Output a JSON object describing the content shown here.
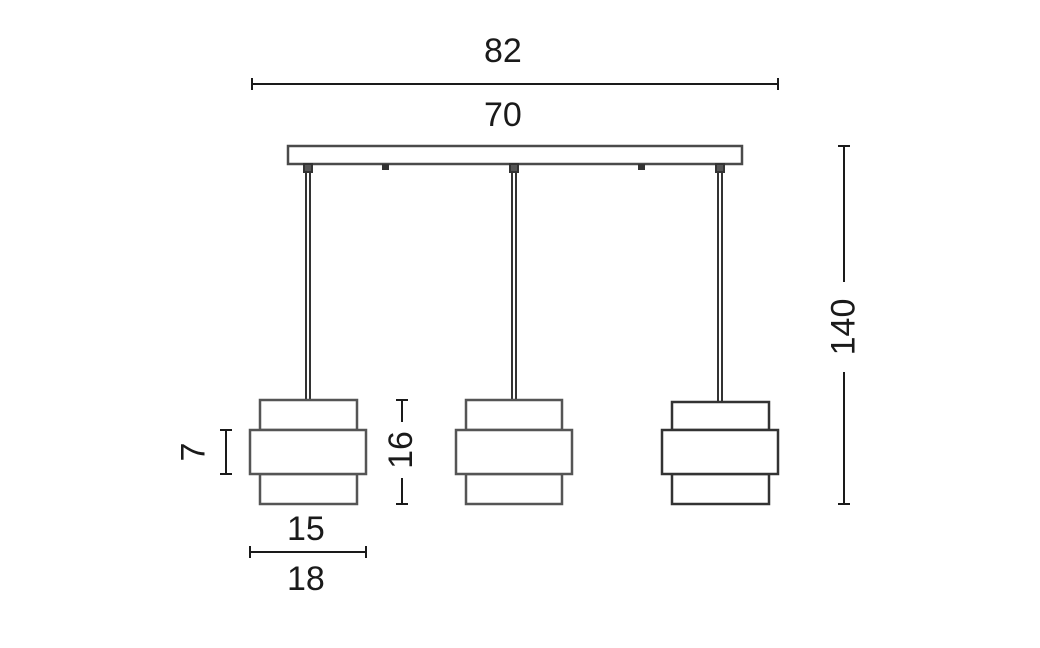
{
  "dimensions": {
    "overall_width": "82",
    "canopy_width": "70",
    "total_height": "140",
    "shade_band_height": "7",
    "shade_height": "16",
    "shade_inner_diameter": "15",
    "shade_outer_diameter": "18"
  },
  "colors": {
    "line": "#1a1a1a",
    "fixture": "#4a4a4a"
  }
}
